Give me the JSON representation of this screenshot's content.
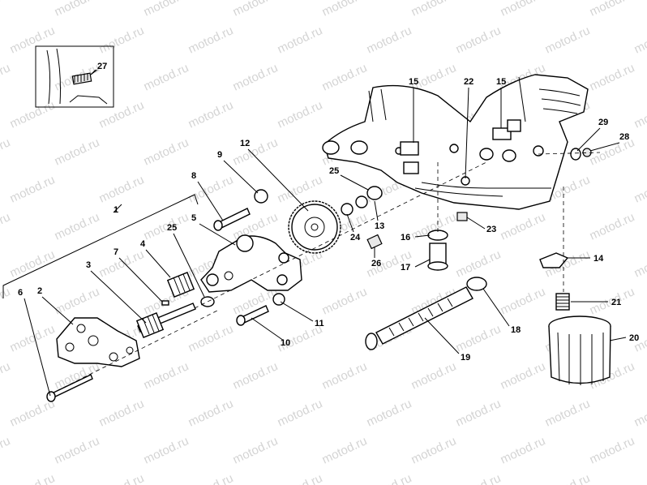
{
  "watermark": "motod.ru",
  "callouts": [
    {
      "id": "1",
      "label": "1"
    },
    {
      "id": "2",
      "label": "2"
    },
    {
      "id": "3",
      "label": "3"
    },
    {
      "id": "4",
      "label": "4"
    },
    {
      "id": "5",
      "label": "5"
    },
    {
      "id": "6",
      "label": "6"
    },
    {
      "id": "7",
      "label": "7"
    },
    {
      "id": "8",
      "label": "8"
    },
    {
      "id": "9",
      "label": "9"
    },
    {
      "id": "10",
      "label": "10"
    },
    {
      "id": "11",
      "label": "11"
    },
    {
      "id": "12",
      "label": "12"
    },
    {
      "id": "13",
      "label": "13"
    },
    {
      "id": "14",
      "label": "14"
    },
    {
      "id": "15a",
      "label": "15"
    },
    {
      "id": "15b",
      "label": "15"
    },
    {
      "id": "16",
      "label": "16"
    },
    {
      "id": "17",
      "label": "17"
    },
    {
      "id": "18",
      "label": "18"
    },
    {
      "id": "19",
      "label": "19"
    },
    {
      "id": "20",
      "label": "20"
    },
    {
      "id": "21",
      "label": "21"
    },
    {
      "id": "22",
      "label": "22"
    },
    {
      "id": "23",
      "label": "23"
    },
    {
      "id": "24",
      "label": "24"
    },
    {
      "id": "25a",
      "label": "25"
    },
    {
      "id": "25b",
      "label": "25"
    },
    {
      "id": "26",
      "label": "26"
    },
    {
      "id": "27",
      "label": "27"
    },
    {
      "id": "28",
      "label": "28"
    },
    {
      "id": "29",
      "label": "29"
    }
  ]
}
